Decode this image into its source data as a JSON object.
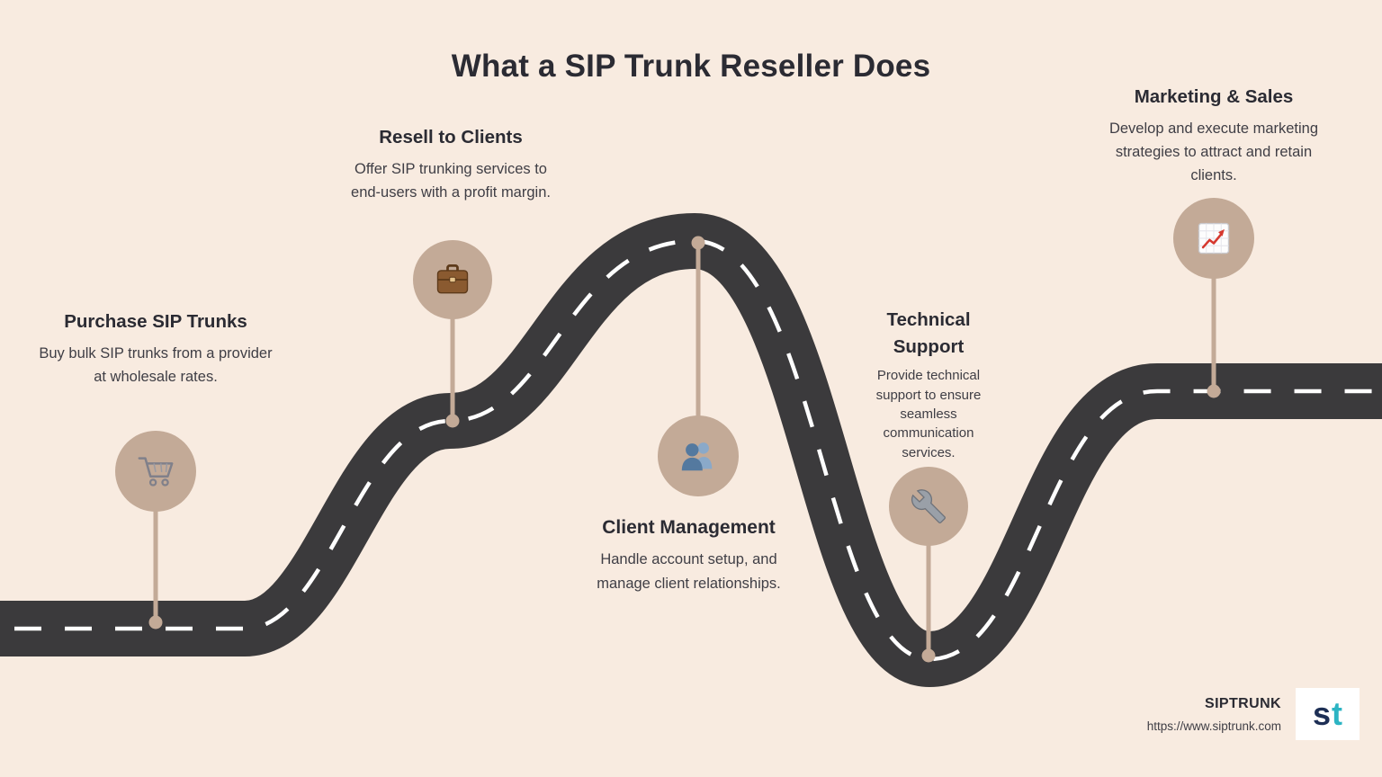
{
  "title": "What a SIP Trunk Reseller Does",
  "milestones": [
    {
      "heading": "Purchase SIP Trunks",
      "body": "Buy bulk SIP trunks from a provider at wholesale rates.",
      "icon": "shopping-cart-icon"
    },
    {
      "heading": "Resell to Clients",
      "body": "Offer SIP trunking services to end-users with a profit margin.",
      "icon": "briefcase-icon"
    },
    {
      "heading": "Client Management",
      "body": "Handle account setup, and manage client relationships.",
      "icon": "people-icon"
    },
    {
      "heading": "Technical Support",
      "body": "Provide technical support to ensure seamless communication services.",
      "icon": "wrench-icon"
    },
    {
      "heading": "Marketing & Sales",
      "body": "Develop and execute marketing strategies to attract and retain clients.",
      "icon": "chart-increasing-icon"
    }
  ],
  "footer": {
    "brand": "SIPTRUNK",
    "url": "https://www.siptrunk.com",
    "logo_s": "s",
    "logo_t": "t"
  },
  "colors": {
    "background": "#f8ebe0",
    "road": "#3b3a3c",
    "road_dash": "#ffffff",
    "accent_tan": "#c3aa97",
    "heading_text": "#2b2b33",
    "body_text": "#3f3e45",
    "logo_navy": "#1d2f55",
    "logo_teal": "#2cb4c3",
    "chart_line_red": "#d6392f",
    "people_blue": "#54799f"
  }
}
